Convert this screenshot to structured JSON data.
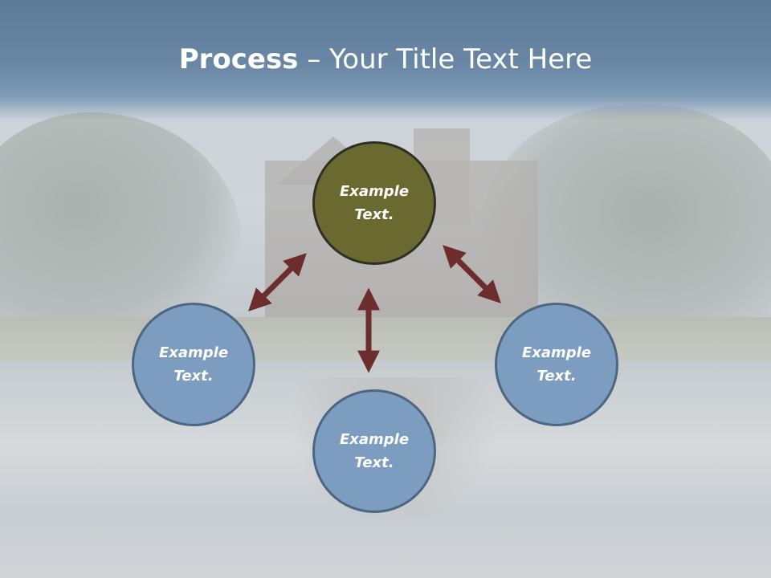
{
  "title": {
    "bold": "Process",
    "rest": " – Your Title Text Here"
  },
  "nodes": {
    "top": "Example\nText.",
    "left": "Example\nText.",
    "right": "Example\nText.",
    "bottom": "Example\nText."
  },
  "colors": {
    "title_band": "#6a88a6",
    "center_node": "#6a6a30",
    "outer_node": "#7c9cc0",
    "arrow": "#6e2d2d"
  }
}
